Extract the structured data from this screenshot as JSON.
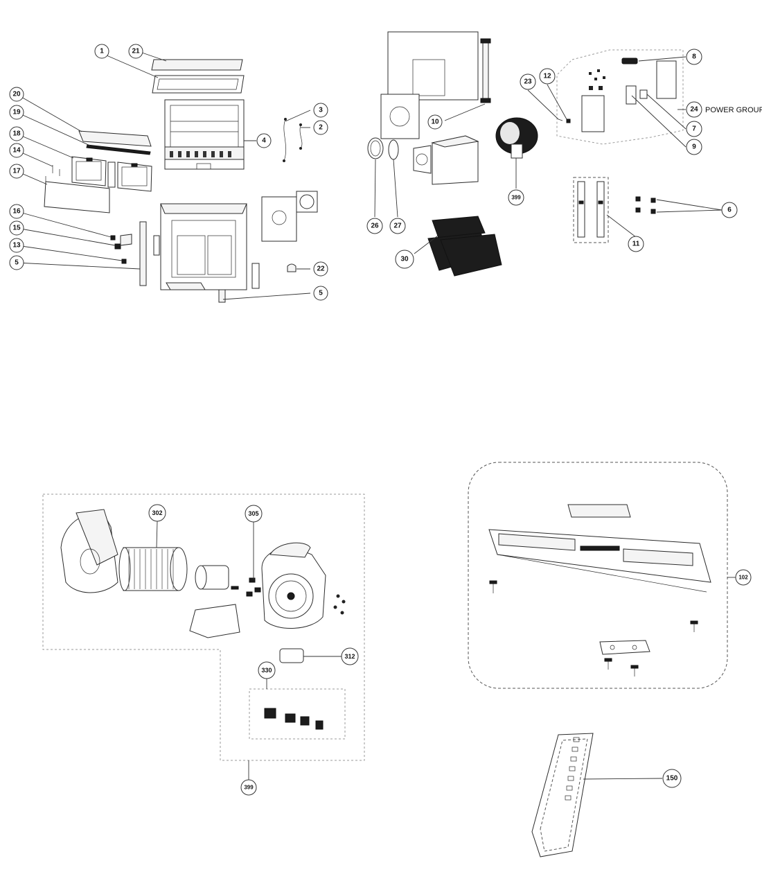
{
  "callouts": {
    "c1": "1",
    "c21": "21",
    "c20": "20",
    "c19": "19",
    "c18": "18",
    "c14": "14",
    "c17": "17",
    "c16": "16",
    "c15": "15",
    "c13": "13",
    "c5a": "5",
    "c5b": "5",
    "c3": "3",
    "c2": "2",
    "c4": "4",
    "c22": "22",
    "c10": "10",
    "c26": "26",
    "c27": "27",
    "c30": "30",
    "c399a": "399",
    "c23": "23",
    "c12": "12",
    "c8": "8",
    "c24": "24",
    "c7": "7",
    "c9": "9",
    "c6": "6",
    "c11": "11",
    "c302": "302",
    "c305": "305",
    "c312": "312",
    "c330": "330",
    "c399b": "399",
    "c102": "102",
    "c150": "150"
  },
  "power_group_label": "POWER GROUP"
}
